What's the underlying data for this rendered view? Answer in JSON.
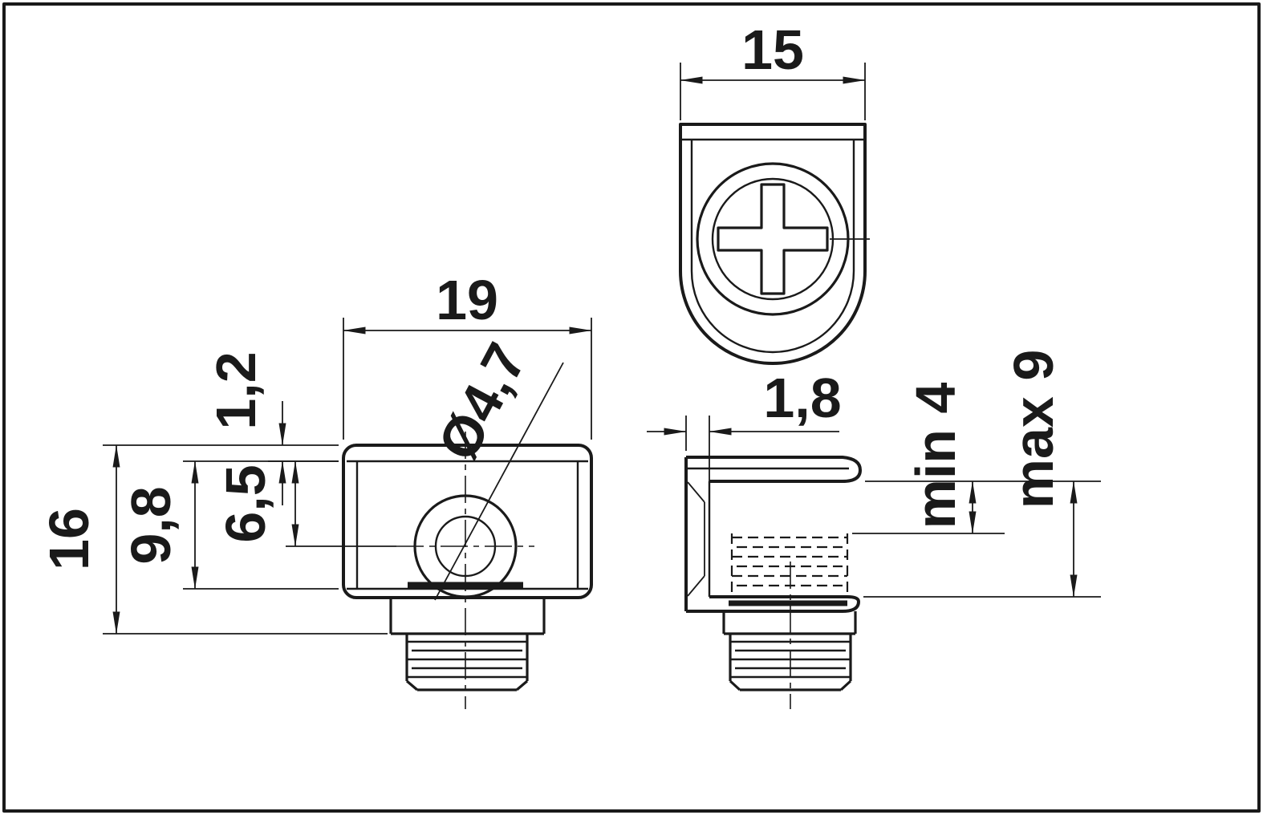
{
  "colors": {
    "ink": "#1a1a1a",
    "background": "#ffffff"
  },
  "dimensions": {
    "front_width": "15",
    "body_width": "19",
    "top_wall_thickness": "1,2",
    "hole_center_offset": "6,5",
    "inner_height": "9,8",
    "overall_height": "16",
    "hole_diameter": "Ø4,7",
    "back_wall_thickness": "1,8",
    "min_clamp": "min 4",
    "max_clamp": "max 9"
  }
}
